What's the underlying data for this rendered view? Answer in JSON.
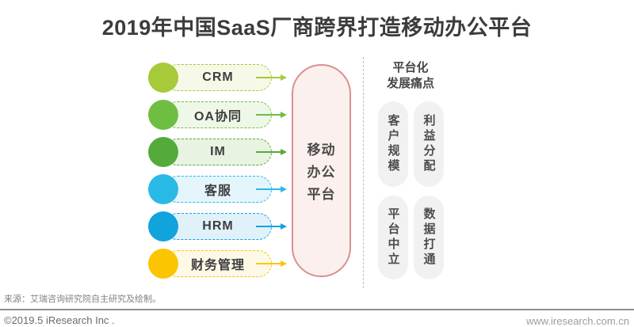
{
  "title": "2019年中国SaaS厂商跨界打造移动办公平台",
  "sources": [
    {
      "label": "CRM",
      "color": "#a6ca39",
      "bg": "#f6f9e7"
    },
    {
      "label": "OA协同",
      "color": "#6fbe44",
      "bg": "#eff7e8"
    },
    {
      "label": "IM",
      "color": "#54aa3b",
      "bg": "#e9f3e2"
    },
    {
      "label": "客服",
      "color": "#29bae6",
      "bg": "#e5f5fc"
    },
    {
      "label": "HRM",
      "color": "#10a3dc",
      "bg": "#e1f1fa"
    },
    {
      "label": "财务管理",
      "color": "#fcc502",
      "bg": "#fdf9e6"
    }
  ],
  "center_platform": {
    "lines": [
      "移动",
      "办公",
      "平台"
    ],
    "border_color": "#d8908e",
    "bg": "#fcf0ee"
  },
  "pain_points": {
    "heading_lines": [
      "平台化",
      "发展痛点"
    ],
    "items": [
      "客户规模",
      "利益分配",
      "平台中立",
      "数据打通"
    ],
    "pill_bg": "#f1f1f1"
  },
  "footer": {
    "source_note": "来源：艾瑞咨询研究院自主研究及绘制。",
    "copyright": "©2019.5 iResearch Inc .",
    "website": "www.iresearch.com.cn"
  }
}
